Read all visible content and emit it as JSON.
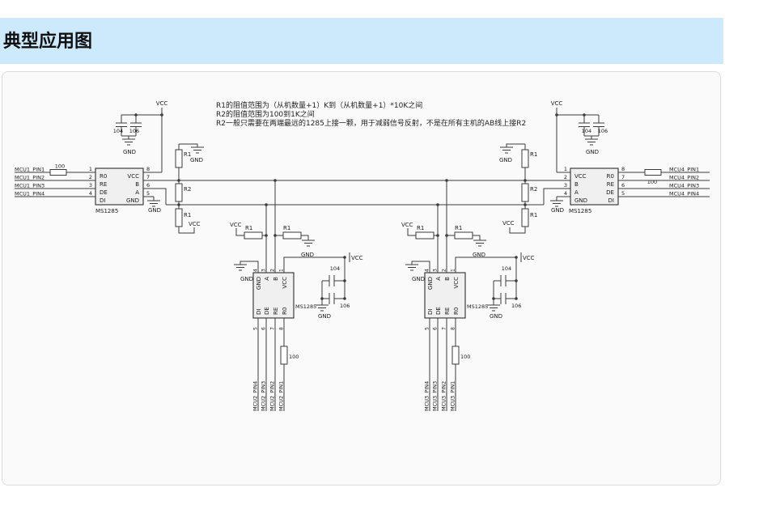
{
  "header": {
    "title": "典型应用图"
  },
  "notes": {
    "lines": [
      "R1的阻值范围为（从机数量+1）K到（从机数量+1）*10K之间",
      "R2的阻值范围为100到1K之间",
      "R2一般只需要在两端最远的1285上接一颗，用于减弱信号反射，不是在所有主机的AB线上接R2"
    ]
  },
  "schematic": {
    "labels": {
      "vcc": "VCC",
      "gnd": "GND",
      "r1": "R1",
      "r2": "R2",
      "r_series": "100",
      "cap_104": "104",
      "cap_106": "106",
      "chip_name": "MS1285"
    },
    "left_chip": {
      "nets": [
        "MCU1_PIN1",
        "MCU1_PIN2",
        "MCU1_PIN3",
        "MCU1_PIN4"
      ],
      "pin_numbers_left": [
        "1",
        "2",
        "3",
        "4"
      ],
      "pin_numbers_right": [
        "8",
        "7",
        "6",
        "5"
      ],
      "pins_left": [
        "R0",
        "RE",
        "DE",
        "DI"
      ],
      "pins_right": [
        "VCC",
        "B",
        "A",
        "GND"
      ]
    },
    "right_chip": {
      "nets": [
        "MCU4_PIN1",
        "MCU4_PIN2",
        "MCU4_PIN3",
        "MCU4_PIN4"
      ],
      "pin_numbers_left": [
        "1",
        "2",
        "3",
        "4"
      ],
      "pin_numbers_right": [
        "8",
        "7",
        "6",
        "5"
      ],
      "pins_left": [
        "VCC",
        "B",
        "A",
        "GND"
      ],
      "pins_right": [
        "R0",
        "RE",
        "DE",
        "DI"
      ]
    },
    "mid_chips": [
      {
        "nets": [
          "MCU2_PIN4",
          "MCU2_PIN3",
          "MCU2_PIN2",
          "MCU2_PIN1"
        ],
        "pins_top": [
          "GND",
          "A",
          "B",
          "VCC"
        ],
        "pin_numbers_top": [
          "4",
          "3",
          "2",
          "1"
        ],
        "pins_bottom": [
          "DI",
          "DE",
          "RE",
          "R0"
        ],
        "pin_numbers_bottom": [
          "5",
          "6",
          "7",
          "8"
        ]
      },
      {
        "nets": [
          "MCU3_PIN4",
          "MCU3_PIN3",
          "MCU3_PIN2",
          "MCU3_PIN1"
        ],
        "pins_top": [
          "GND",
          "A",
          "B",
          "VCC"
        ],
        "pin_numbers_top": [
          "4",
          "3",
          "2",
          "1"
        ],
        "pins_bottom": [
          "DI",
          "DE",
          "RE",
          "R0"
        ],
        "pin_numbers_bottom": [
          "5",
          "6",
          "7",
          "8"
        ]
      }
    ]
  },
  "colors": {
    "band": "#cdeafc",
    "panel_bg": "#fafafa",
    "panel_border": "#dcdcdc",
    "wire": "#3c3c3c",
    "chip_fill": "#f0f0f0",
    "text": "#1a1a1a"
  }
}
